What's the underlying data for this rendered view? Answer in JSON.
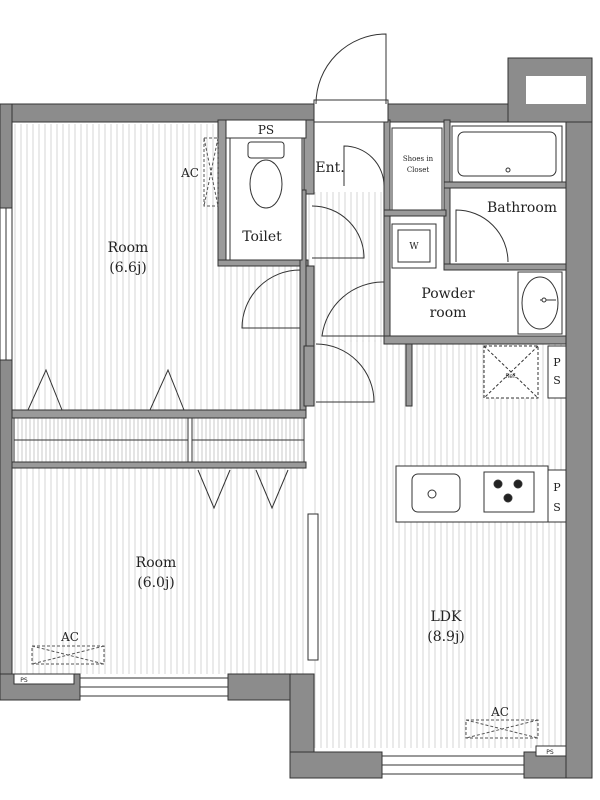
{
  "plan": {
    "labels": {
      "ps_top": "PS",
      "ac_room1": "AC",
      "toilet": "Toilet",
      "ent": "Ent.",
      "shoes_line1": "Shoes in",
      "shoes_line2": "Closet",
      "bathroom": "Bathroom",
      "w": "W",
      "powder_line1": "Powder",
      "powder_line2": "room",
      "room1_name": "Room",
      "room1_size": "(6.6j)",
      "ref": "Ref.",
      "ps_right1_a": "P",
      "ps_right1_b": "S",
      "ps_right2_a": "P",
      "ps_right2_b": "S",
      "room2_name": "Room",
      "room2_size": "(6.0j)",
      "ac_room2": "AC",
      "ldk_name": "LDK",
      "ldk_size": "(8.9j)",
      "ac_ldk": "AC",
      "ps_bottom_left": "PS",
      "ps_bottom_right": "PS"
    }
  }
}
